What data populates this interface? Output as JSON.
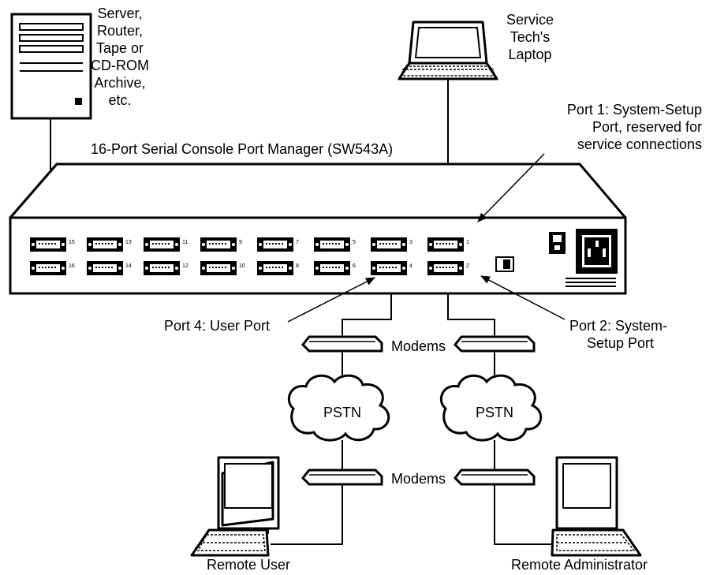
{
  "device": {
    "title": "16-Port Serial Console Port Manager (SW543A)",
    "top_port_numbers": [
      "15",
      "13",
      "11",
      "9",
      "7",
      "5",
      "3",
      "1"
    ],
    "bottom_port_numbers": [
      "16",
      "14",
      "12",
      "10",
      "8",
      "6",
      "4",
      "2"
    ]
  },
  "server": {
    "label_lines": [
      "Server,",
      "Router,",
      "Tape or",
      "CD-ROM",
      "Archive,",
      "etc."
    ]
  },
  "laptop": {
    "label_lines": [
      "Service",
      "Tech's",
      "Laptop"
    ]
  },
  "callouts": {
    "port1_lines": [
      "Port 1: System-Setup",
      "Port, reserved for",
      "service connections"
    ],
    "port4": "Port 4: User Port",
    "port2_lines": [
      "Port 2: System-",
      "Setup Port"
    ]
  },
  "network": {
    "modems_top": "Modems",
    "modems_bottom": "Modems",
    "pstn_left": "PSTN",
    "pstn_right": "PSTN"
  },
  "endpoints": {
    "remote_user": "Remote User",
    "remote_admin": "Remote Administrator"
  }
}
